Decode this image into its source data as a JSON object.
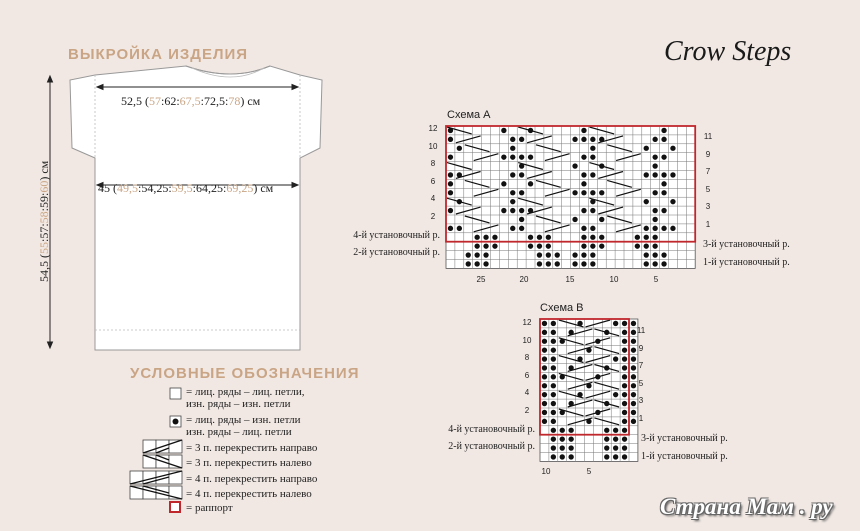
{
  "pattern": {
    "title": "ВЫКРОЙКА ИЗДЕЛИЯ",
    "width_top": {
      "main": "52,5 (",
      "sizes": [
        [
          "57",
          "#c9a585"
        ],
        [
          ":62:",
          null
        ],
        [
          "67,5",
          "#c9a585"
        ],
        [
          ":72,5:",
          null
        ],
        [
          "78",
          "#c9a585"
        ]
      ],
      "tail": ") см"
    },
    "width_bottom": {
      "main": "45 (",
      "sizes": [
        [
          "49,5",
          "#c9a585"
        ],
        [
          ":54,25:",
          null
        ],
        [
          "59,5",
          "#c9a585"
        ],
        [
          ":64,25:",
          null
        ],
        [
          "69,25",
          "#c9a585"
        ]
      ],
      "tail": ") см"
    },
    "height": {
      "main": "54,5 (",
      "sizes": [
        [
          "55",
          "#c9a585"
        ],
        [
          ":57:",
          null
        ],
        [
          "58",
          "#c9a585"
        ],
        [
          ":59:",
          null
        ],
        [
          "60",
          "#c9a585"
        ]
      ],
      "tail": ") см"
    }
  },
  "brand": "Crow Steps",
  "schema_a": {
    "title": "Схема А",
    "left_rows": [
      "12",
      "10",
      "8",
      "6",
      "4",
      "2"
    ],
    "right_rows": [
      "11",
      "9",
      "7",
      "5",
      "3",
      "1"
    ],
    "left_labels": [
      "4-й установочный р.",
      "2-й установочный р."
    ],
    "right_labels": [
      "3-й установочный р.",
      "1-й установочный р."
    ],
    "bottom_cols": [
      "25",
      "20",
      "15",
      "10",
      "5"
    ]
  },
  "schema_b": {
    "title": "Схема В",
    "left_rows": [
      "12",
      "10",
      "8",
      "6",
      "4",
      "2"
    ],
    "right_rows": [
      "11",
      "9",
      "7",
      "5",
      "3",
      "1"
    ],
    "left_labels": [
      "4-й установочный р.",
      "2-й установочный р."
    ],
    "right_labels": [
      "3-й установочный р.",
      "1-й установочный р."
    ],
    "bottom_cols": [
      "10",
      "5"
    ]
  },
  "legend": {
    "title": "УСЛОВНЫЕ ОБОЗНАЧЕНИЯ",
    "items": [
      {
        "line1": "= лиц. ряды – лиц. петли,",
        "line2": "изн. ряды – изн. петли"
      },
      {
        "line1": "= лиц. ряды – изн. петли",
        "line2": "изн. ряды – лиц. петли"
      },
      {
        "line1": "= 3 п. перекрестить направо"
      },
      {
        "line1": "= 3 п. перекрестить налево"
      },
      {
        "line1": "= 4 п. перекрестить направо"
      },
      {
        "line1": "= 4 п. перекрестить налево"
      },
      {
        "line1": "= раппорт"
      }
    ]
  },
  "colors": {
    "accent": "#c9a585",
    "grid": "#555555",
    "red": "#c0272d",
    "background": "#f1e8e3"
  },
  "watermark": "Страна Мам . ру"
}
